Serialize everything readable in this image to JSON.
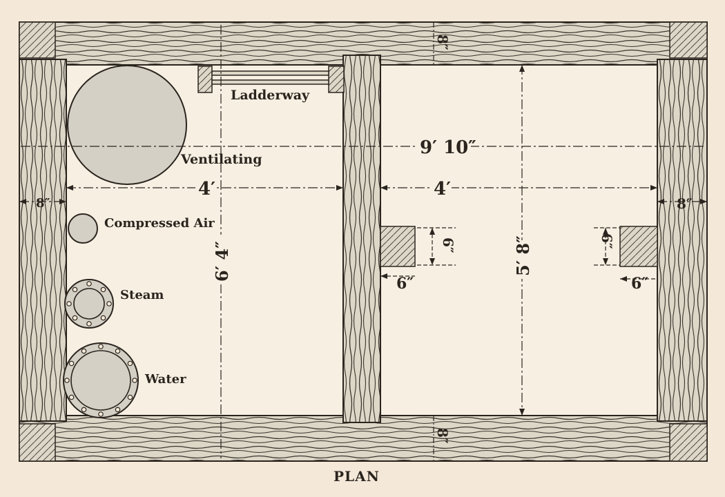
{
  "caption": "PLAN",
  "labels": {
    "ladderway": "Ladderway",
    "ventilating": "Ventilating",
    "compressed_air": "Compressed Air",
    "steam": "Steam",
    "water": "Water"
  },
  "dimensions": {
    "top_timber": "8″",
    "bottom_timber": "8″",
    "left_timber": "8″",
    "right_timber": "8″",
    "overall_width": "9′ 10″",
    "left_compartment": "4′",
    "right_compartment": "4′",
    "left_height": "6′ 4″",
    "right_height": "5′ 8″",
    "center_block_height": "6″",
    "center_block_width": "6″",
    "right_block_height": "6″",
    "right_block_width": "6″"
  },
  "colors": {
    "paper": "#f4e9d8",
    "ink": "#2a241e",
    "wood": "#ddd7c8",
    "pipe": "#d4d0c6"
  }
}
